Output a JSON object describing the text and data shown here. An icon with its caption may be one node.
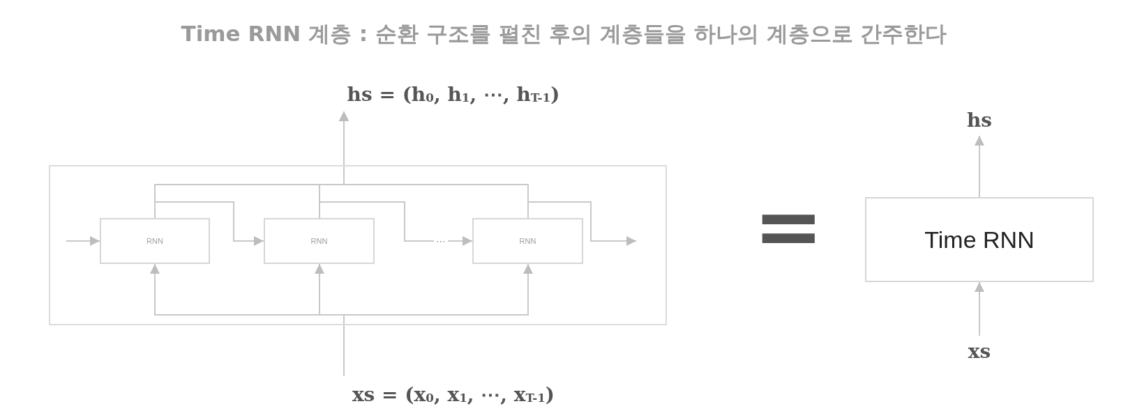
{
  "diagram": {
    "title": "Time RNN 계층 : 순환 구조를 펼친 후의 계층들을 하나의 계층으로 간주한다",
    "nodes": [
      {
        "text": [],
        "shape": "box"
      },
      {
        "text": [
          "RNN"
        ],
        "in": 0
      },
      {
        "text": [
          "RNN"
        ],
        "in": 0
      },
      {
        "text": [
          "RNN"
        ],
        "in": 0
      },
      {
        "text": [
          "hs = (h$_{0}$, h$_{1}$, ⋯, h$_{T-1}$)"
        ]
      },
      {
        "text": [
          "xs = (x$_{0}$, x$_{1}$, ⋯, x$_{T-1}$)"
        ]
      },
      {
        "text": [
          "Time RNN"
        ]
      },
      {
        "text": [
          "hs"
        ]
      },
      {
        "text": [
          "xs"
        ]
      }
    ],
    "edges": [
      {
        "from": null,
        "to": 1,
        "arrow": "to"
      },
      {
        "from": 1,
        "to": 2,
        "arrow": "to"
      },
      {
        "from": 2,
        "to": 3,
        "arrow": "to",
        "label": "⋯"
      },
      {
        "from": 3,
        "to": null,
        "arrow": "to"
      },
      {
        "from": 1,
        "to": 4,
        "arrow": "to"
      },
      {
        "from": 2,
        "to": 4,
        "arrow": "to"
      },
      {
        "from": 3,
        "to": 4,
        "arrow": "to"
      },
      {
        "from": 5,
        "to": 1,
        "arrow": "to"
      },
      {
        "from": 5,
        "to": 2,
        "arrow": "to"
      },
      {
        "from": 5,
        "to": 3,
        "arrow": "to"
      },
      {
        "from": 8,
        "to": 6,
        "arrow": "to"
      },
      {
        "from": 6,
        "to": 7,
        "arrow": "to"
      }
    ],
    "labels": [
      "="
    ]
  }
}
